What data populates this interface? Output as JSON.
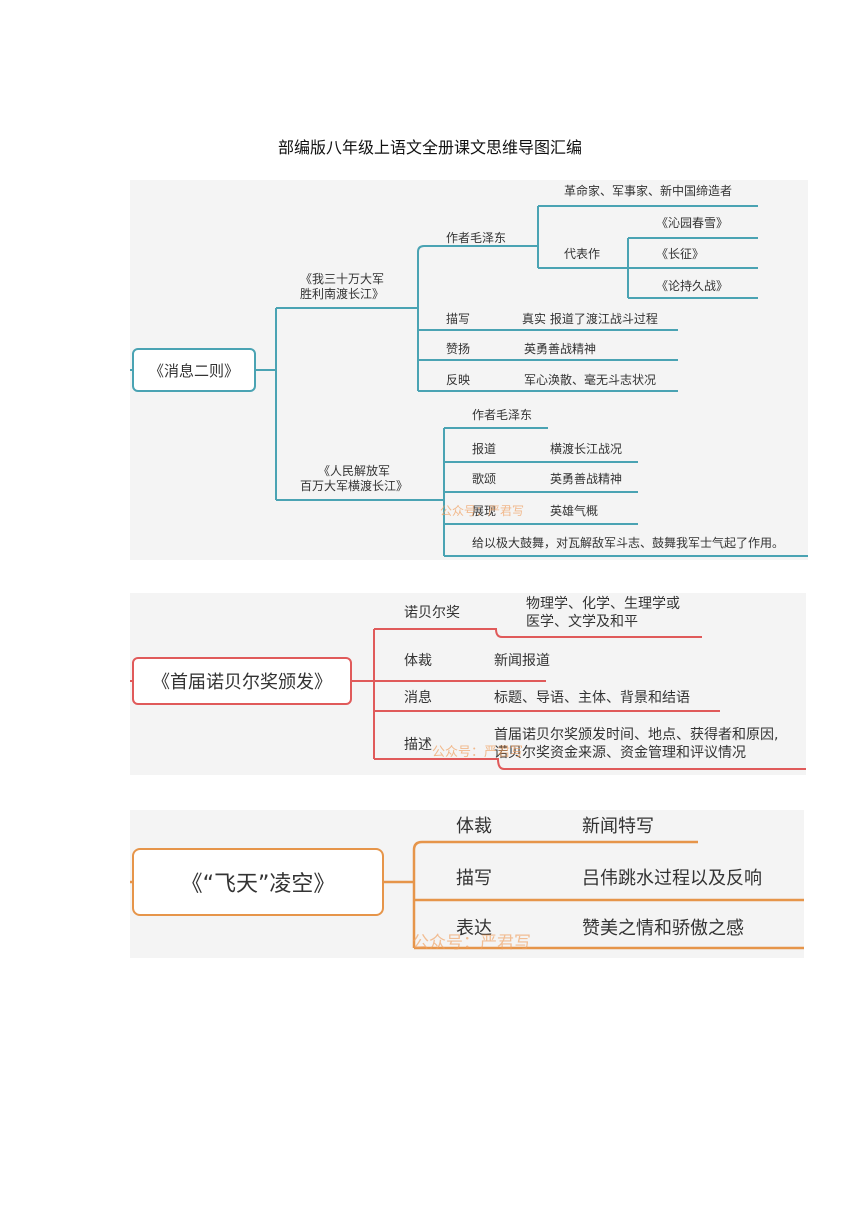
{
  "page_title": "部编版八年级上语文全册课文思维导图汇编",
  "watermark": "公众号：严君写",
  "colors": {
    "teal": "#4aa3b3",
    "red": "#e05a5a",
    "orange": "#e6954a",
    "watermark": "#f0a060"
  },
  "map1": {
    "root": "《消息二则》",
    "article1": {
      "title_line1": "《我三十万大军",
      "title_line2": "胜利南渡长江》"
    },
    "author_label": "作者毛泽东",
    "identity": "革命家、军事家、新中国缔造者",
    "works_label": "代表作",
    "works": [
      "《沁园春雪》",
      "《长征》",
      "《论持久战》"
    ],
    "describe_label": "描写",
    "describe_value": "真实 报道了渡江战斗过程",
    "praise_label": "赞扬",
    "praise_value": "英勇善战精神",
    "reflect_label": "反映",
    "reflect_value": "军心涣散、毫无斗志状况",
    "article2": {
      "title_line1": "《人民解放军",
      "title_line2": "百万大军横渡长江》"
    },
    "author2_label": "作者毛泽东",
    "report_label": "报道",
    "report_value": "横渡长江战况",
    "sing_label": "歌颂",
    "sing_value": "英勇善战精神",
    "show_label": "展现",
    "show_value": "英雄气概",
    "effect": "给以极大鼓舞，对瓦解敌军斗志、鼓舞我军士气起了作用。"
  },
  "map2": {
    "root": "《首届诺贝尔奖颁发》",
    "nobel_label": "诺贝尔奖",
    "nobel_value_line1": "物理学、化学、生理学或",
    "nobel_value_line2": "医学、文学及和平",
    "genre_label": "体裁",
    "genre_value": "新闻报道",
    "news_label": "消息",
    "news_value": "标题、导语、主体、背景和结语",
    "describe_label": "描述",
    "describe_value_line1": "首届诺贝尔奖颁发时间、地点、获得者和原因,",
    "describe_value_line2": "诺贝尔奖资金来源、资金管理和评议情况"
  },
  "map3": {
    "root": "《“飞天”凌空》",
    "genre_label": "体裁",
    "genre_value": "新闻特写",
    "describe_label": "描写",
    "describe_value": "吕伟跳水过程以及反响",
    "express_label": "表达",
    "express_value": "赞美之情和骄傲之感"
  }
}
